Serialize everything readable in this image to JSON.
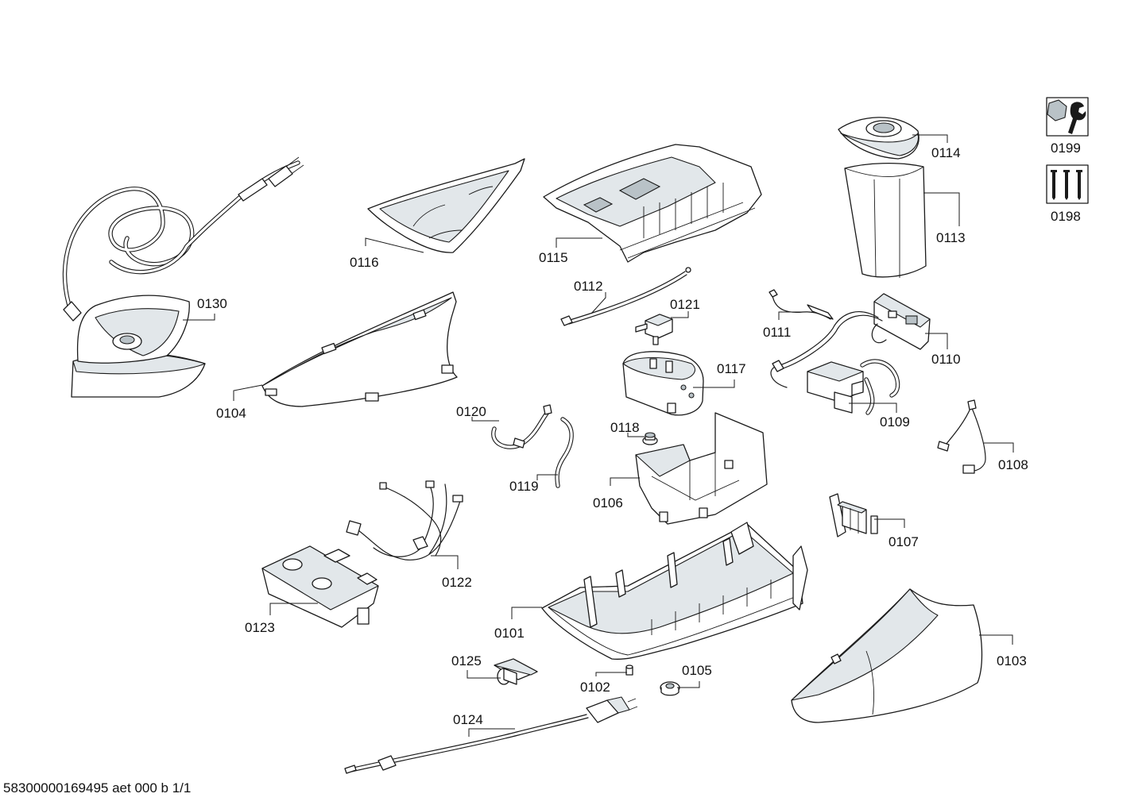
{
  "footer_text": "58300000169495 aet 000 b 1/1",
  "labels": {
    "p0101": "0101",
    "p0102": "0102",
    "p0103": "0103",
    "p0104": "0104",
    "p0105": "0105",
    "p0106": "0106",
    "p0107": "0107",
    "p0108": "0108",
    "p0109": "0109",
    "p0110": "0110",
    "p0111": "0111",
    "p0112": "0112",
    "p0113": "0113",
    "p0114": "0114",
    "p0115": "0115",
    "p0116": "0116",
    "p0117": "0117",
    "p0118": "0118",
    "p0119": "0119",
    "p0120": "0120",
    "p0121": "0121",
    "p0122": "0122",
    "p0123": "0123",
    "p0124": "0124",
    "p0125": "0125",
    "p0130": "0130",
    "p0198": "0198",
    "p0199": "0199"
  },
  "icons": {
    "p0199": "wrench-nut-icon",
    "p0198": "screws-icon"
  }
}
